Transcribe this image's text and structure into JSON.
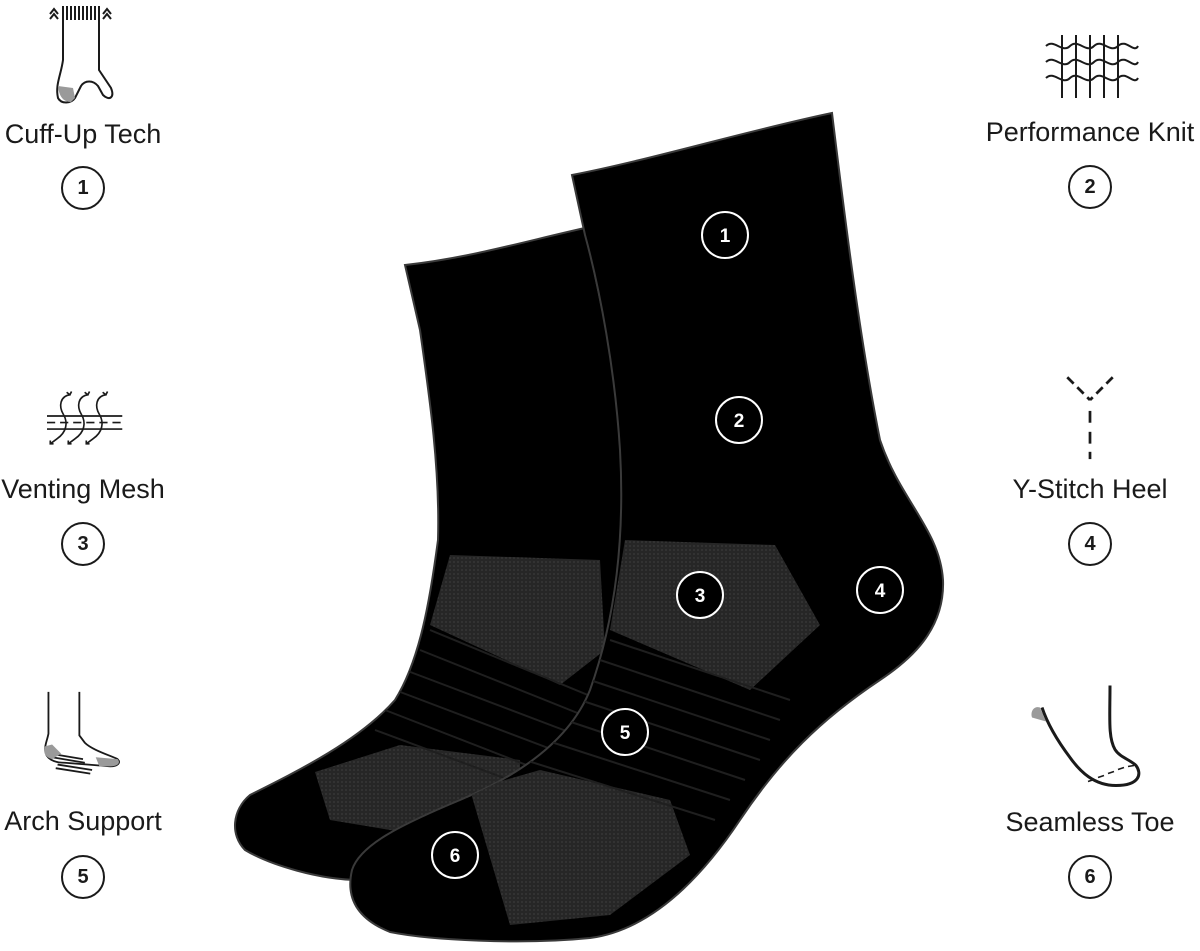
{
  "features": [
    {
      "label": "Cuff-Up Tech",
      "number": "1",
      "icon": "cuff-up-sock-icon"
    },
    {
      "label": "Performance Knit",
      "number": "2",
      "icon": "knit-pattern-icon"
    },
    {
      "label": "Venting Mesh",
      "number": "3",
      "icon": "airflow-mesh-icon"
    },
    {
      "label": "Y-Stitch Heel",
      "number": "4",
      "icon": "y-stitch-icon"
    },
    {
      "label": "Arch Support",
      "number": "5",
      "icon": "arch-support-sock-icon"
    },
    {
      "label": "Seamless Toe",
      "number": "6",
      "icon": "seamless-toe-icon"
    }
  ],
  "sock_markers": [
    "1",
    "2",
    "3",
    "4",
    "5",
    "6"
  ],
  "colors": {
    "sock": "#000000",
    "mesh": "#2b2b2b",
    "outline": "#1a1a1a",
    "accent_gray": "#9a9a9a"
  }
}
